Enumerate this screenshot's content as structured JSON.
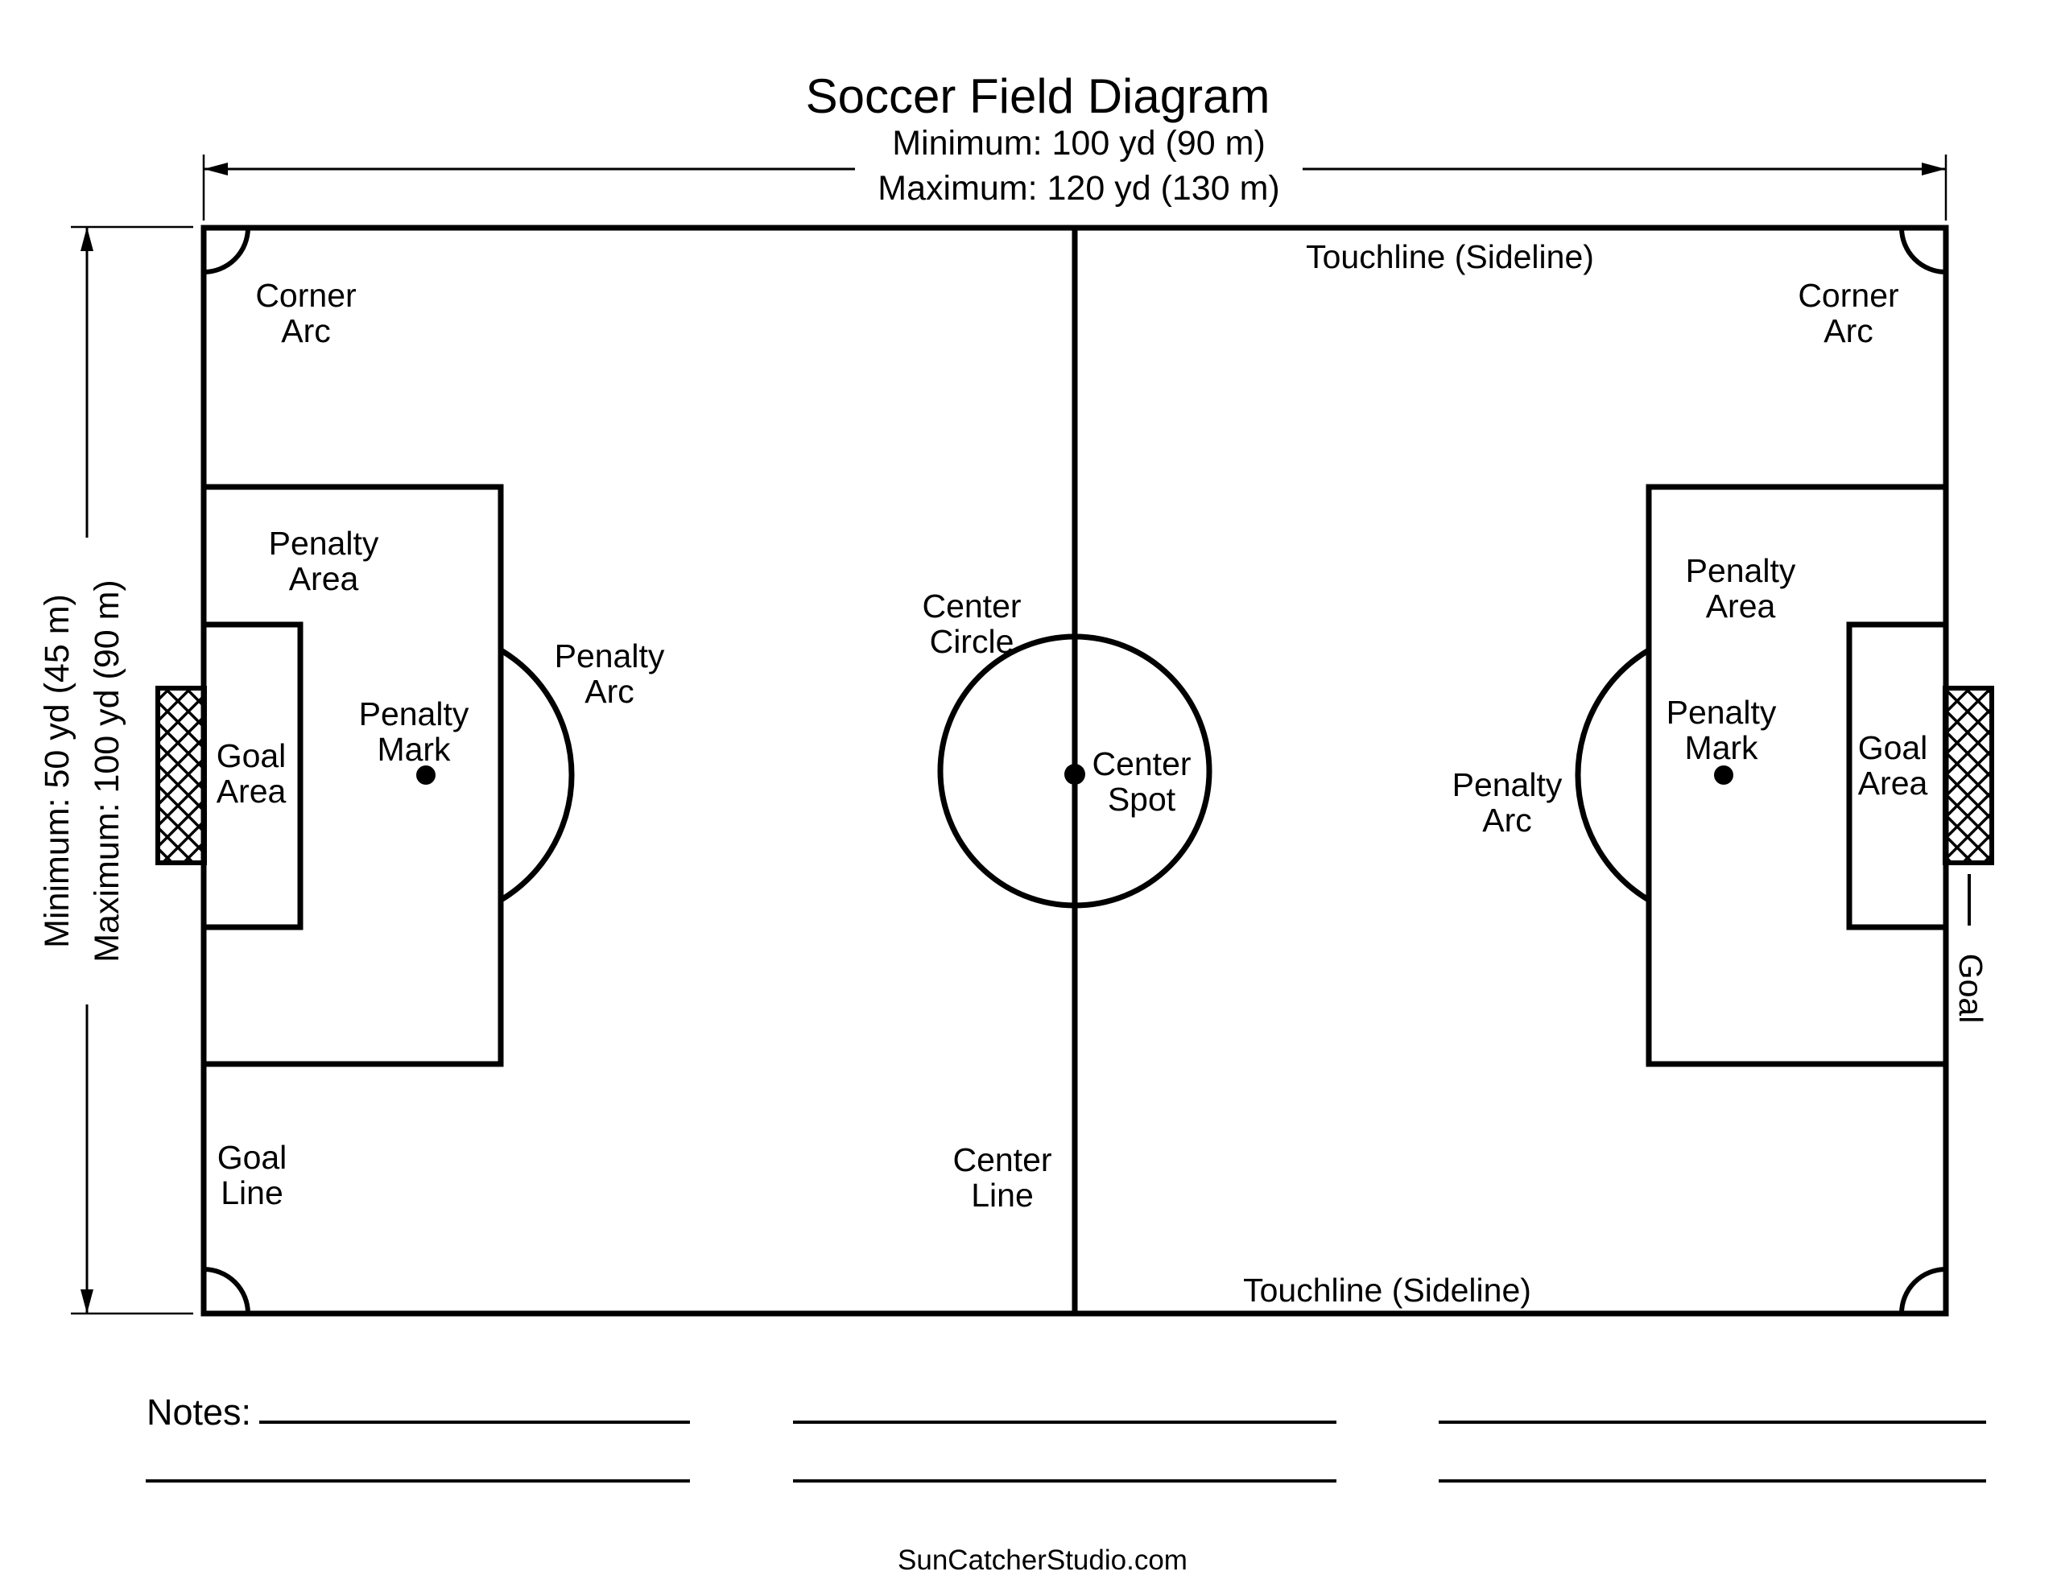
{
  "title": "Soccer Field Diagram",
  "dims": {
    "top_min": "Minimum: 100 yd (90 m)",
    "top_max": "Maximum: 120 yd (130 m)",
    "left_min": "Minimum: 50 yd (45 m)",
    "left_max": "Maximum: 100 yd (90 m)"
  },
  "labels": {
    "corner_arc": [
      "Corner",
      "Arc"
    ],
    "touchline": "Touchline (Sideline)",
    "penalty_area": [
      "Penalty",
      "Area"
    ],
    "goal_area": [
      "Goal",
      "Area"
    ],
    "penalty_mark": [
      "Penalty",
      "Mark"
    ],
    "penalty_arc": [
      "Penalty",
      "Arc"
    ],
    "center_circle": [
      "Center",
      "Circle"
    ],
    "center_spot": [
      "Center",
      "Spot"
    ],
    "center_line": [
      "Center",
      "Line"
    ],
    "goal_line": [
      "Goal",
      "Line"
    ],
    "goal": "Goal"
  },
  "notes": {
    "label": "Notes:"
  },
  "footer": {
    "site": "SunCatcherStudio.com"
  },
  "colors": {
    "ink": "#000000",
    "paper": "#ffffff"
  }
}
